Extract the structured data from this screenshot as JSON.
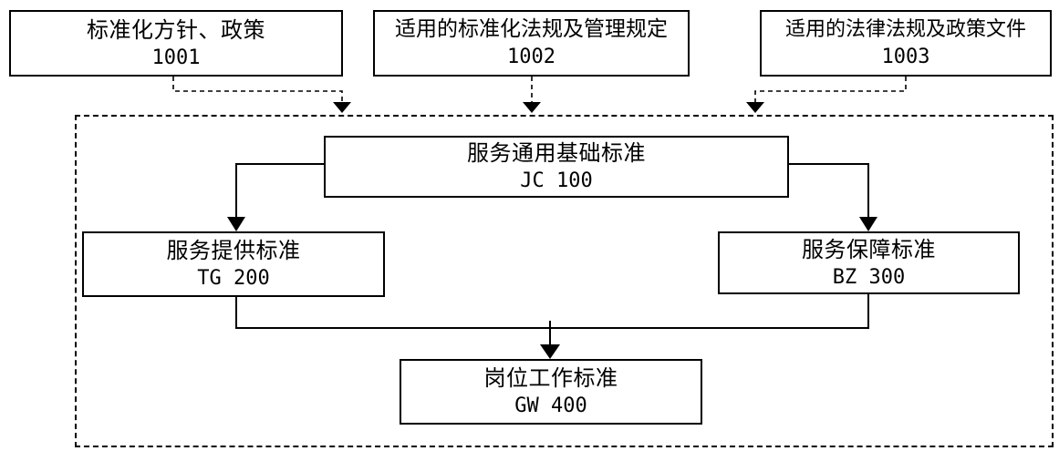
{
  "sources": [
    {
      "title": "标准化方针、政策",
      "code": "1001"
    },
    {
      "title": "适用的标准化法规及管理规定",
      "code": "1002"
    },
    {
      "title": "适用的法律法规及政策文件",
      "code": "1003"
    }
  ],
  "nodes": {
    "jc": {
      "title": "服务通用基础标准",
      "code": "JC 100"
    },
    "tg": {
      "title": "服务提供标准",
      "code": "TG 200"
    },
    "bz": {
      "title": "服务保障标准",
      "code": "BZ 300"
    },
    "gw": {
      "title": "岗位工作标准",
      "code": "GW 400"
    }
  }
}
